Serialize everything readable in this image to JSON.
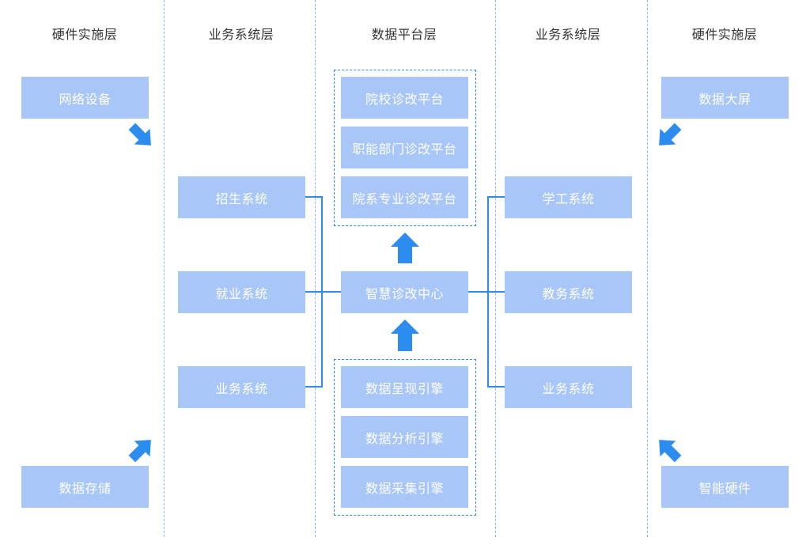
{
  "columns": {
    "hardware_left": "硬件实施层",
    "business_left": "业务系统层",
    "data_platform": "数据平台层",
    "business_right": "业务系统层",
    "hardware_right": "硬件实施层"
  },
  "hardware_left": {
    "top": "网络设备",
    "bottom": "数据存储"
  },
  "business_left": {
    "items": [
      "招生系统",
      "就业系统",
      "业务系统"
    ]
  },
  "data_platform": {
    "platforms": [
      "院校诊改平台",
      "职能部门诊改平台",
      "院系专业诊改平台"
    ],
    "center": "智慧诊改中心",
    "engines": [
      "数据呈现引擎",
      "数据分析引擎",
      "数据采集引擎"
    ]
  },
  "business_right": {
    "items": [
      "学工系统",
      "教务系统",
      "业务系统"
    ]
  },
  "hardware_right": {
    "top": "数据大屏",
    "bottom": "智能硬件"
  },
  "colors": {
    "box_fill": "#a8c6f7",
    "accent": "#2d8cf0",
    "divider": "#8fb6f5"
  }
}
